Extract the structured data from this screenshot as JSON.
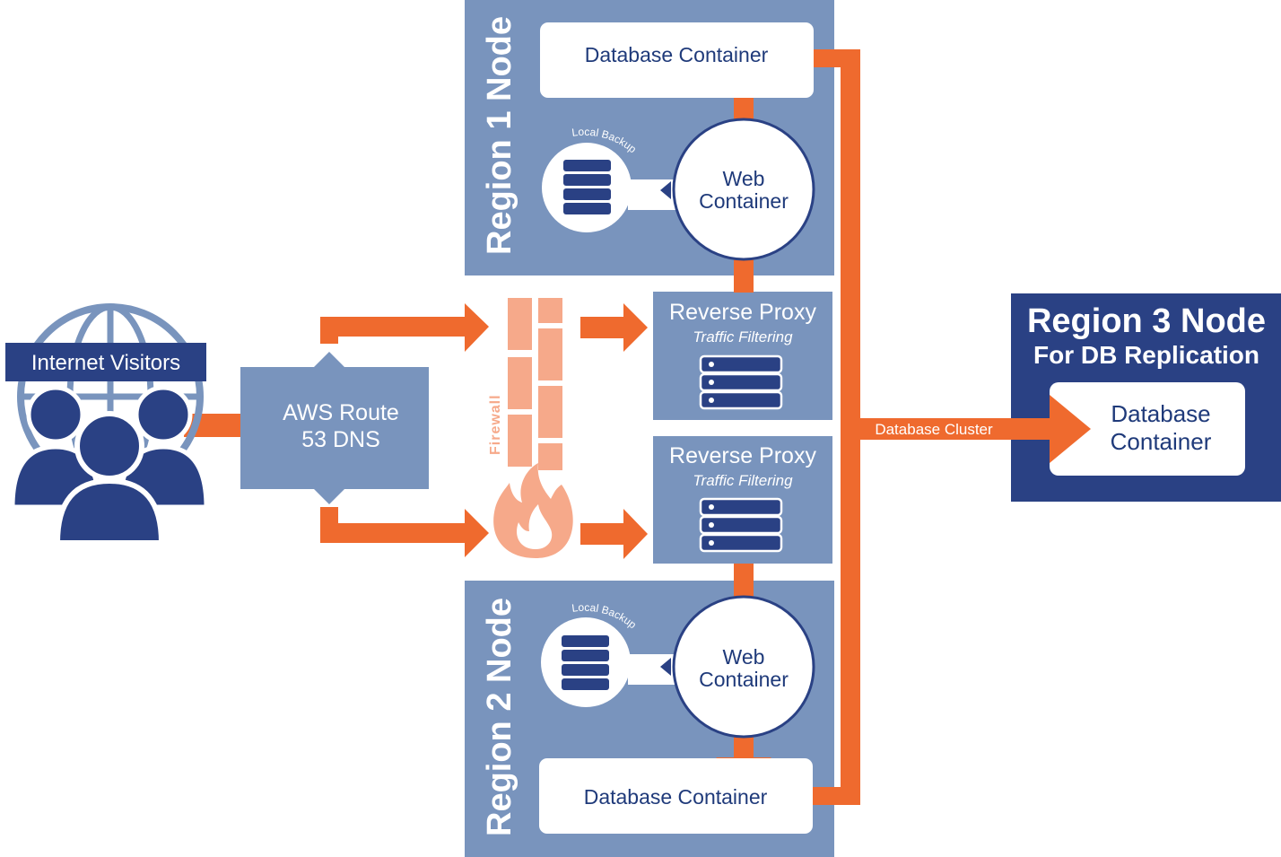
{
  "colors": {
    "navy": "#2a4184",
    "region_blue": "#7994bd",
    "orange": "#ef6a2e",
    "firewall_peach": "#f6a98a",
    "white": "#ffffff"
  },
  "visitors": {
    "label": "Internet Visitors",
    "icon": "people-globe-icon"
  },
  "dns": {
    "line1": "AWS Route",
    "line2": "53 DNS"
  },
  "firewall": {
    "label": "Firewall",
    "icon": "firewall-brick-wall-icon"
  },
  "proxies": [
    {
      "title": "Reverse Proxy",
      "subtitle": "Traffic Filtering",
      "icon": "server-stack-icon"
    },
    {
      "title": "Reverse Proxy",
      "subtitle": "Traffic Filtering",
      "icon": "server-stack-icon"
    }
  ],
  "region1": {
    "title": "Region 1 Node",
    "db_label": "Database Container",
    "web_line1": "Web",
    "web_line2": "Container",
    "backup_label": "Local Backup",
    "backup_icon": "database-stack-icon"
  },
  "region2": {
    "title": "Region 2 Node",
    "db_label": "Database Container",
    "web_line1": "Web",
    "web_line2": "Container",
    "backup_label": "Local Backup",
    "backup_icon": "database-stack-icon"
  },
  "region3": {
    "title": "Region 3 Node",
    "subtitle": "For DB Replication",
    "db_line1": "Database",
    "db_line2": "Container"
  },
  "cluster": {
    "label": "Database Cluster"
  }
}
